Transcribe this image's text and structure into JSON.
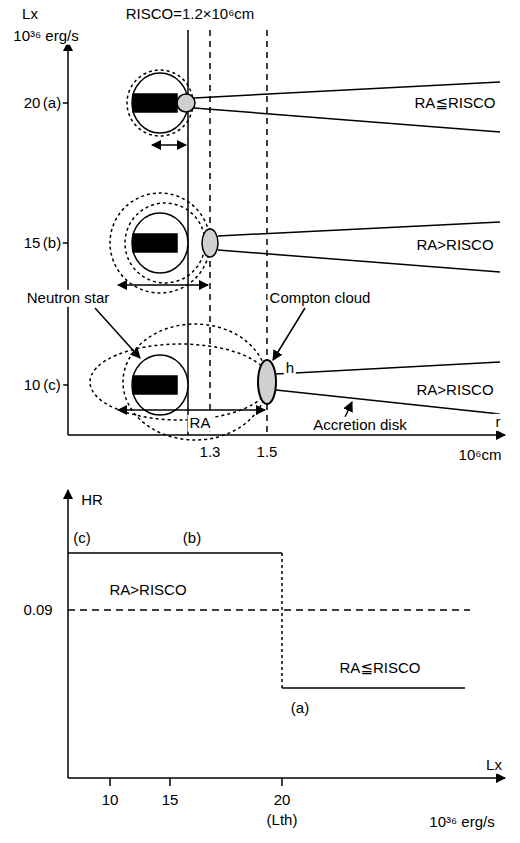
{
  "diagram": {
    "labels": [
      "Lx",
      "10³⁶ erg/s",
      "RISCO=1.2×10⁶cm",
      "20",
      "(a)",
      "RA≦RISCO",
      "15",
      "(b)",
      "RA>RISCO",
      "Neutron star",
      "Compton cloud",
      "10",
      "(c)",
      "h",
      "RA>RISCO",
      "RA",
      "Accretion disk",
      "r",
      "1.3",
      "1.5",
      "10⁶cm",
      "HR",
      "(c)",
      "(b)",
      "RA>RISCO",
      "0.09",
      "RA≦RISCO",
      "(a)",
      "10",
      "15",
      "20",
      "(Lth)",
      "Lx",
      "10³⁶ erg/s"
    ]
  }
}
